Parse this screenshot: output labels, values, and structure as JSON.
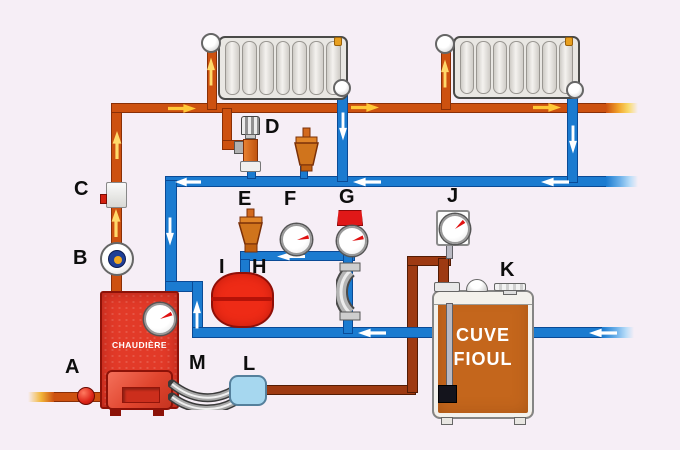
{
  "diagram": {
    "type": "oil-fired central heating installation schematic",
    "boiler_label": "CHAUDIÈRE",
    "tank_label_line1": "CUVE",
    "tank_label_line2": "FIOUL",
    "component_labels": {
      "a": "A",
      "b": "B",
      "c": "C",
      "d": "D",
      "e": "E",
      "f": "F",
      "g": "G",
      "h": "H",
      "i": "I",
      "j": "J",
      "k": "K",
      "l": "L",
      "m": "M"
    },
    "colors": {
      "background": "#f6eef6",
      "hot_supply_pipe": "#cd5110",
      "cold_return_pipe": "#1b7bd0",
      "fuel_line": "#9e3a12",
      "boiler_red": "#e23a28",
      "expansion_vessel_red": "#ee2b16",
      "tank_orange": "#c4661c",
      "fuel_filter_blue": "#a6d7ef",
      "hot_flow_arrow": "#ffc838",
      "cold_flow_arrow": "#ffffff"
    }
  }
}
